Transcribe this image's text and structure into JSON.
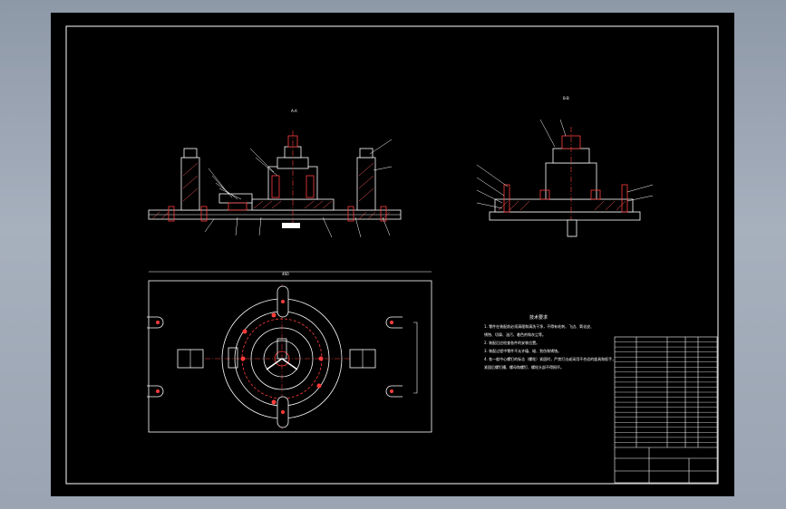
{
  "colors": {
    "background": "#000000",
    "outer_chrome": "#9aa4b2",
    "line": "#ffffff",
    "part": "#ff3b3b",
    "hatch": "#ff5a5a",
    "centerline": "#ff4040",
    "note_text": "#ffffff"
  },
  "views": {
    "front_label": "A-A",
    "side_label": "B-B",
    "top_width_dim": "460"
  },
  "notes": {
    "title": "技术要求",
    "lines": [
      "1. 零件在装配前必须清理和清洗干净，不得有毛刺、飞边、氧化皮、",
      "锈蚀、切屑、油污、着色剂和灰尘等。",
      "2. 装配后应检查各件的安装位置。",
      "3. 装配过程中零件不允许磕、碰、划伤和锈蚀。",
      "4. 各一般中心螺钉的标志（螺栓）紧固时，严禁打击或采用不合适的旋具和扳手，",
      "紧固后螺钉槽、螺母和螺钉、螺栓头部不得损坏。"
    ]
  },
  "title_block": {
    "rows": 22
  }
}
